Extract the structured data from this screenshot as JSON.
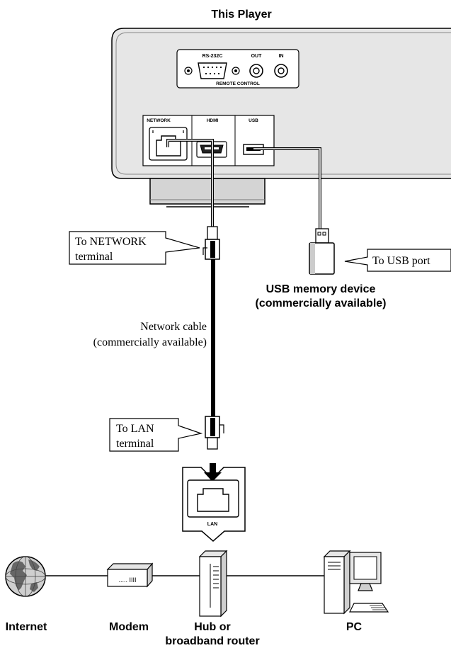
{
  "player": {
    "title": "This Player",
    "rs232c": "RS-232C",
    "out": "OUT",
    "in": "IN",
    "remote_control": "REMOTE CONTROL",
    "network": "NETWORK",
    "hdmi": "HDMI",
    "usb": "USB"
  },
  "callouts": {
    "network_line1": "To NETWORK",
    "network_line2": "terminal",
    "usb_port": "To USB port",
    "lan_line1": "To LAN",
    "lan_line2": "terminal"
  },
  "labels": {
    "usb_device_line1": "USB memory device",
    "usb_device_line2": "(commercially available)",
    "cable_line1": "Network cable",
    "cable_line2": "(commercially available)",
    "lan_port": "LAN",
    "modem_display": "..... IIII"
  },
  "devices": {
    "internet": "Internet",
    "modem": "Modem",
    "hub_line1": "Hub or",
    "hub_line2": "broadband router",
    "pc": "PC"
  }
}
